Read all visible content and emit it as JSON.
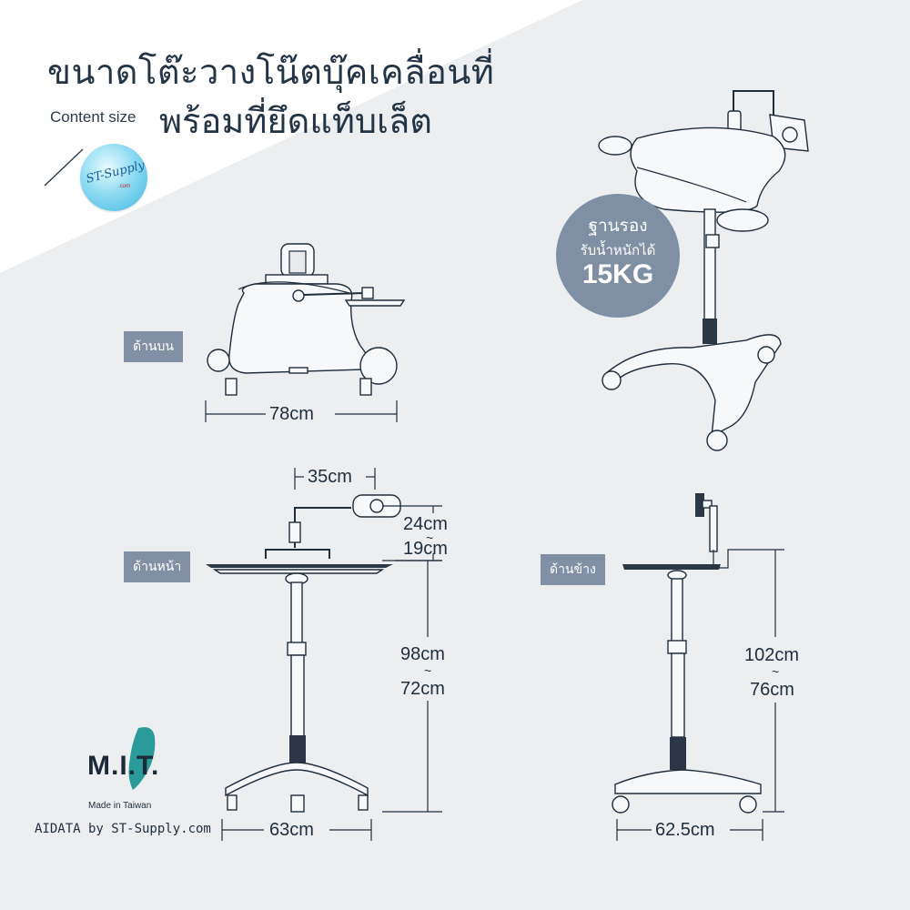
{
  "header": {
    "title_line1": "ขนาดโต๊ะวางโน๊ตบุ๊คเคลื่อนที่",
    "title_line2": "พร้อมที่ยึดแท็บเล็ต",
    "content_size_label": "Content size"
  },
  "logo": {
    "brand_text": "ST-Supply",
    "brand_sub": ".com"
  },
  "badge": {
    "line1": "ฐานรอง",
    "line2": "รับน้ำหนักได้",
    "line3": "15KG"
  },
  "views": {
    "top_label": "ด้านบน",
    "front_label": "ด้านหน้า",
    "side_label": "ด้านข้าง"
  },
  "dimensions": {
    "top_width": "78cm",
    "arm_length": "35cm",
    "tablet_height_max": "24cm",
    "tablet_height_min": "19cm",
    "front_height_max": "98cm",
    "front_height_min": "72cm",
    "front_base_width": "63cm",
    "side_height_max": "102cm",
    "side_height_min": "76cm",
    "side_base_width": "62.5cm",
    "range_separator": "~"
  },
  "footer": {
    "mit_text": "M.I.T.",
    "made_in": "Made in Taiwan",
    "credit": "AIDATA by ST-Supply.com"
  },
  "colors": {
    "background": "#eceef0",
    "triangle": "#ffffff",
    "tag_bg": "#8190a4",
    "badge_bg": "#7f90a5",
    "text": "#1f2d3d",
    "logo_blue": "#3fb6e0",
    "mit_teal": "#2a9a9a"
  }
}
